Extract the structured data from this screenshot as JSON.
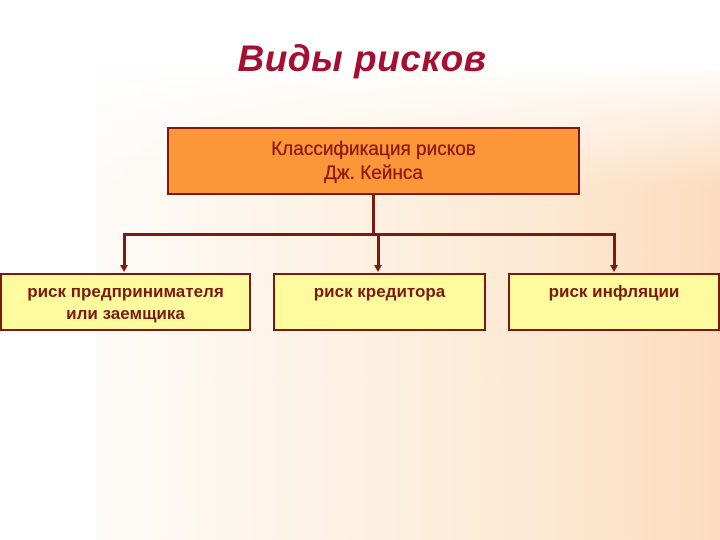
{
  "slide": {
    "title": "Виды рисков",
    "colors": {
      "title": "#a50f32",
      "root_fill": "#fd9638",
      "leaf_fill": "#fefa9e",
      "border_and_connectors": "#7a1a10"
    }
  },
  "diagram": {
    "root": {
      "line1": "Классификация рисков",
      "line2": "Дж. Кейнса"
    },
    "children": [
      {
        "line1": "риск предпринимателя",
        "line2": "или заемщика"
      },
      {
        "line1": "риск кредитора",
        "line2": ""
      },
      {
        "line1": "риск инфляции",
        "line2": ""
      }
    ]
  }
}
